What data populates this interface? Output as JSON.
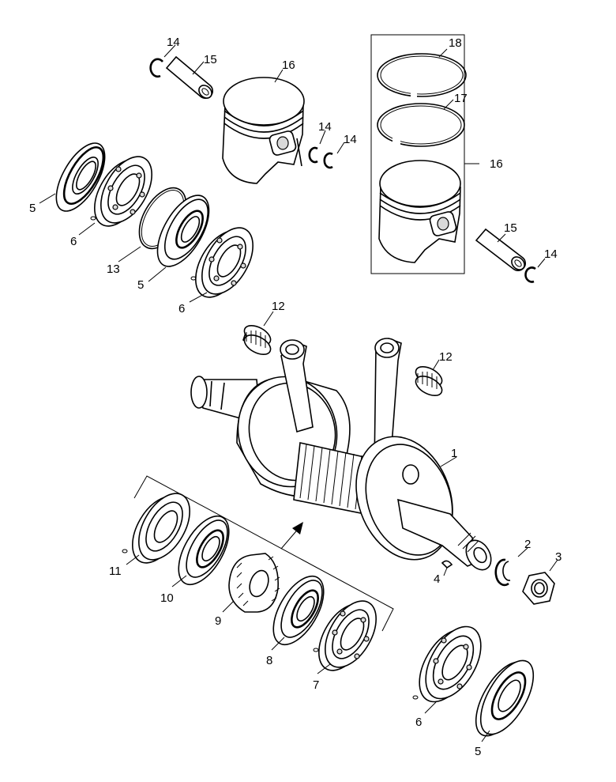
{
  "callouts": {
    "c1": "1",
    "c2": "2",
    "c3": "3",
    "c4": "4",
    "c5a": "5",
    "c5b": "5",
    "c5c": "5",
    "c6a": "6",
    "c6b": "6",
    "c6c": "6",
    "c7": "7",
    "c8": "8",
    "c9": "9",
    "c10": "10",
    "c11": "11",
    "c12a": "12",
    "c12b": "12",
    "c13": "13",
    "c14a": "14",
    "c14b": "14",
    "c14c": "14",
    "c14d": "14",
    "c15a": "15",
    "c15b": "15",
    "c16a": "16",
    "c16b": "16",
    "c17": "17",
    "c18": "18"
  }
}
